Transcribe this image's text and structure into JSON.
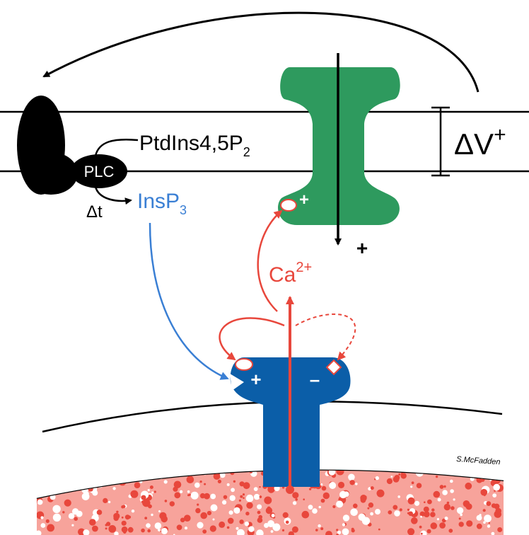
{
  "labels": {
    "pip2_main": "PtdIns4,5P",
    "pip2_sub": "2",
    "plc": "PLC",
    "delta_t": "Δt",
    "insp3_main": "InsP",
    "insp3_sub": "3",
    "delta_v_main": "ΔV",
    "delta_v_sup": "+",
    "ca_main": "Ca",
    "ca_sup": "2+",
    "channel_plus": "+",
    "current_plus": "+",
    "receptor_plus": "+",
    "receptor_minus": "–",
    "signature": "S.McFadden"
  },
  "colors": {
    "membrane_line": "#000000",
    "receptor_complex": "#000000",
    "channel_green": "#2e9a5e",
    "ip3r_blue": "#0b5ea8",
    "insp3_blue": "#3a7fd4",
    "calcium_red": "#e8473c",
    "store_fill": "#f07b70",
    "background": "#ffffff"
  },
  "icons": {
    "receptor": "gpcr-receptor-icon",
    "channel": "green-ion-channel-icon",
    "ip3_receptor": "ip3-receptor-channel-icon"
  }
}
